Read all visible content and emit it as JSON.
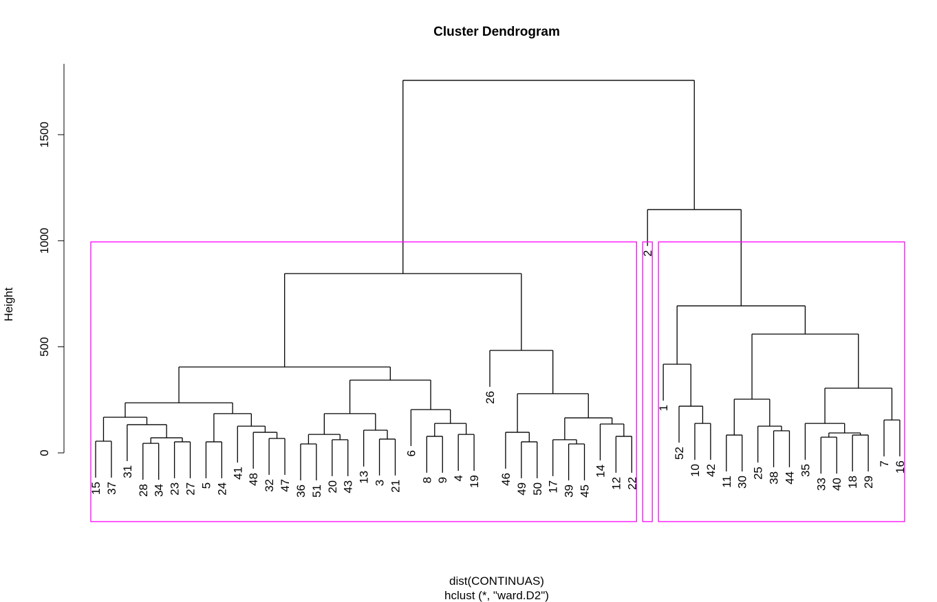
{
  "chart_data": {
    "type": "dendrogram",
    "title": "Cluster Dendrogram",
    "xlabel": "dist(CONTINUAS)",
    "sub": "hclust (*, \"ward.D2\")",
    "ylabel": "Height",
    "yticks": [
      0,
      500,
      1000,
      1500
    ],
    "ylim": [
      0,
      1834
    ],
    "tree": [
      1756,
      [
        845,
        [
          405,
          [
            236,
            [
              168,
              [
                55,
                "15",
                "37"
              ],
              [
                133,
                "31",
                [
                  71,
                  [
                    45,
                    "28",
                    "34"
                  ],
                  [
                    52,
                    "23",
                    "27"
                  ]
                ]
              ]
            ],
            [
              185,
              [
                52,
                "5",
                "24"
              ],
              [
                126,
                "41",
                [
                  97,
                  "48",
                  [
                    68,
                    "32",
                    "47"
                  ]
                ]
              ]
            ]
          ],
          [
            343,
            [
              185,
              [
                87,
                [
                  42,
                  "36",
                  "51"
                ],
                [
                  62,
                  "20",
                  "43"
                ]
              ],
              [
                107,
                "13",
                [
                  65,
                  "3",
                  "21"
                ]
              ]
            ],
            [
              204,
              "6",
              [
                139,
                [
                  78,
                  "8",
                  "9"
                ],
                [
                  87,
                  "4",
                  "19"
                ]
              ]
            ]
          ]
        ],
        [
          483,
          "26",
          [
            279,
            [
              97,
              "46",
              [
                52,
                "49",
                "50"
              ]
            ],
            [
              165,
              [
                62,
                "17",
                [
                  42,
                  "39",
                  "45"
                ]
              ],
              [
                136,
                "14",
                [
                  78,
                  "12",
                  "22"
                ]
              ]
            ]
          ]
        ]
      ],
      [
        1147,
        "2",
        [
          693,
          [
            418,
            "1",
            [
              220,
              "52",
              [
                139,
                "10",
                "42"
              ]
            ]
          ],
          [
            560,
            [
              253,
              [
                84,
                "11",
                "30"
              ],
              [
                126,
                "25",
                [
                  104,
                  "38",
                  "44"
                ]
              ]
            ],
            [
              305,
              [
                139,
                "35",
                [
                  94,
                  [
                    74,
                    "33",
                    "40"
                  ],
                  [
                    84,
                    "18",
                    "29"
                  ]
                ]
              ],
              [
                155,
                "7",
                "16"
              ]
            ]
          ]
        ]
      ]
    ],
    "rect_hclust": {
      "k": 3,
      "border_color": "#FF00FF",
      "clusters": [
        [
          "15",
          "22"
        ],
        [
          "2",
          "2"
        ],
        [
          "1",
          "16"
        ]
      ]
    }
  }
}
